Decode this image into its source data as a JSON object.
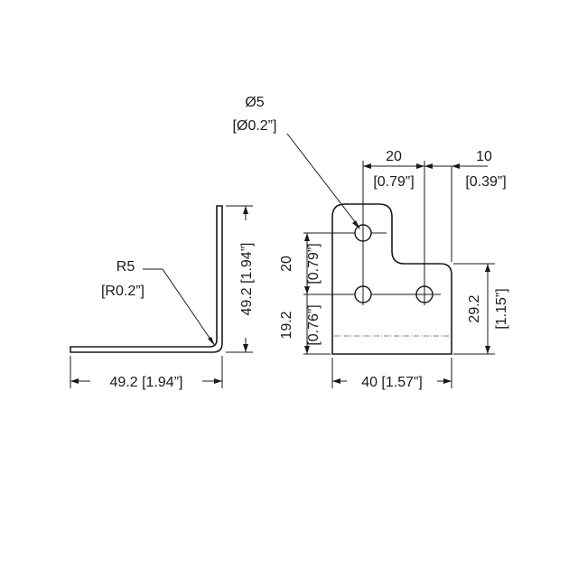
{
  "side_view": {
    "radius": {
      "value": "R5",
      "imperial": "[R0.2”]"
    },
    "width": {
      "label": "49.2 [1.94”]"
    },
    "height": {
      "label": "49.2 [1.94”]"
    }
  },
  "front_view": {
    "hole_diameter": {
      "value": "Ø5",
      "imperial": "[Ø0.2”]"
    },
    "hole_spacing_x": {
      "value": "20",
      "imperial": "[0.79”]"
    },
    "tab_offset": {
      "value": "10",
      "imperial": "[0.39”]"
    },
    "hole_spacing_y": {
      "value": "20",
      "imperial": "[0.79”]"
    },
    "hole_to_bend": {
      "value": "19.2",
      "imperial": "[0.76”]"
    },
    "short_leg_height": {
      "value": "29.2",
      "imperial": "[1.15”]"
    },
    "overall_width": {
      "label": "40 [1.57”]"
    }
  }
}
